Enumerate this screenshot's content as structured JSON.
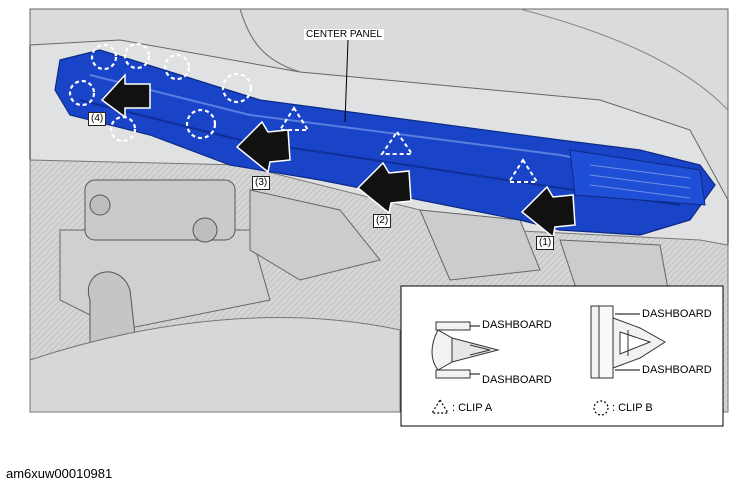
{
  "figure": {
    "panel_label": "CENTER PANEL",
    "steps": [
      "(1)",
      "(2)",
      "(3)",
      "(4)"
    ],
    "legend": {
      "dashboard": "DASHBOARD",
      "clip_a": ": CLIP A",
      "clip_b": ": CLIP B"
    },
    "caption": "am6xuw00010981",
    "colors": {
      "panel_blue": "#1a44c8",
      "interior_gray": "#d9dadb",
      "outline": "#555555"
    }
  }
}
